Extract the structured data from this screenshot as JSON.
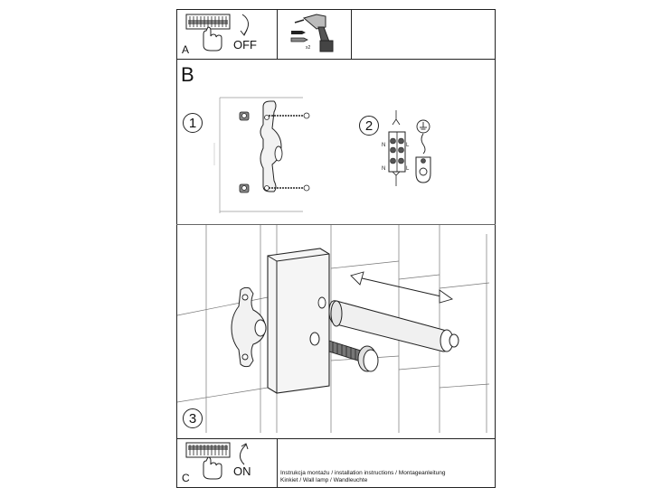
{
  "sections": {
    "a": {
      "letter": "A",
      "switch_label": "OFF"
    },
    "b": {
      "letter": "B"
    },
    "c": {
      "letter": "C",
      "switch_label": "ON"
    }
  },
  "steps": [
    {
      "number": "1"
    },
    {
      "number": "2"
    },
    {
      "number": "3"
    }
  ],
  "wiring": {
    "n_label": "N",
    "l_label": "L",
    "n_label_2": "N",
    "l_label_2": "L"
  },
  "tools": {
    "screw_count": "x2"
  },
  "caption": {
    "line1": "Instrukcja montażu / installation instructions / Montageanleitung",
    "line2": "Kinkiet / Wall lamp / Wandleuchte"
  }
}
